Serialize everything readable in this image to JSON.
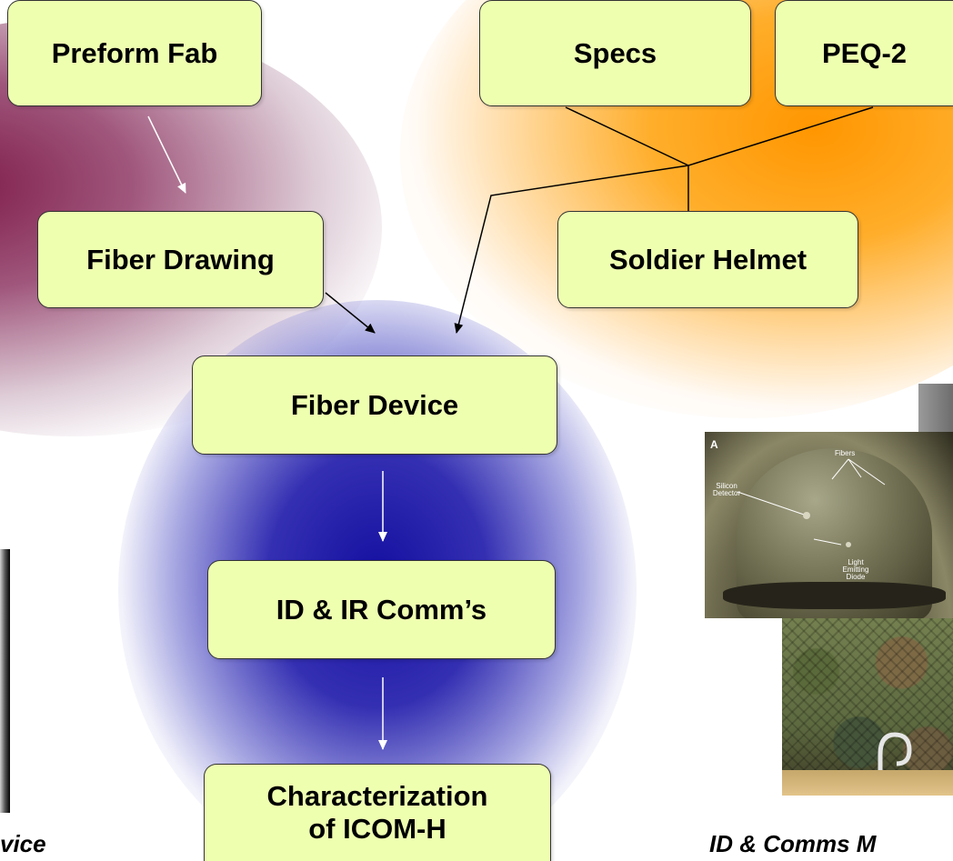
{
  "boxes": {
    "preform_fab": "Preform Fab",
    "specs": "Specs",
    "peq2": "PEQ-2",
    "fiber_drawing": "Fiber Drawing",
    "soldier_helmet": "Soldier Helmet",
    "fiber_device": "Fiber Device",
    "id_ir_comms": "ID & IR Comm’s",
    "characterization_line1": "Characterization",
    "characterization_line2": "of ICOM-H"
  },
  "photo_labels": {
    "panel": "A",
    "fibers": "Fibers",
    "silicon_detector": "Silicon Detector",
    "led": "Light Emitting Diode"
  },
  "captions": {
    "left": "vice",
    "right": "ID & Comms M"
  },
  "colors": {
    "box_fill": "#eeffb0",
    "maroon_glow": "#7a1040",
    "orange_glow": "#ff9600",
    "blue_glow": "#1a12a0"
  }
}
